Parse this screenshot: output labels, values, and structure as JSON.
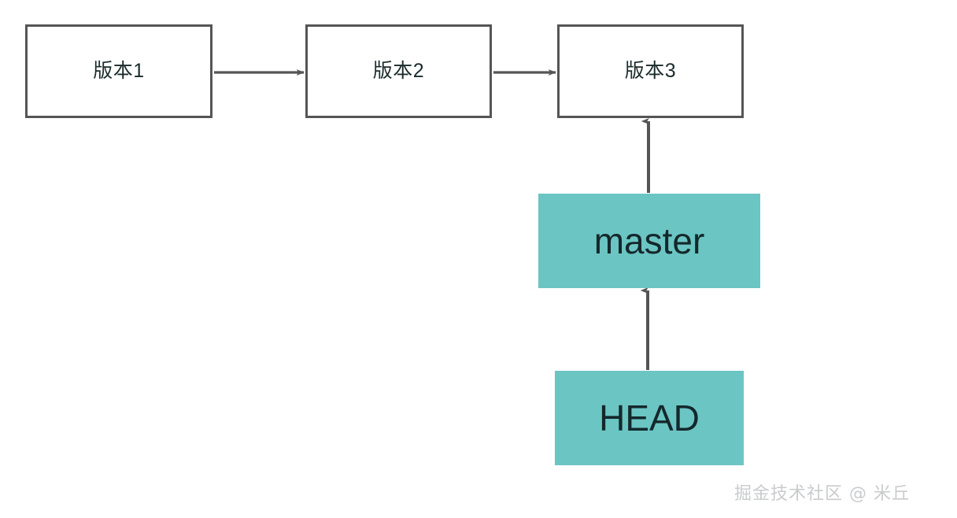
{
  "diagram": {
    "title": "Git version history with master branch and HEAD pointer",
    "background_color": "#ffffff",
    "nodes": [
      {
        "id": "version-1",
        "label": "版本1",
        "kind": "commit",
        "fill": "#ffffff",
        "stroke": "#555555"
      },
      {
        "id": "version-2",
        "label": "版本2",
        "kind": "commit",
        "fill": "#ffffff",
        "stroke": "#555555"
      },
      {
        "id": "version-3",
        "label": "版本3",
        "kind": "commit",
        "fill": "#ffffff",
        "stroke": "#555555"
      },
      {
        "id": "master",
        "label": "master",
        "kind": "branch-pointer",
        "fill": "#6bc5c3",
        "stroke": "none"
      },
      {
        "id": "head",
        "label": "HEAD",
        "kind": "head-pointer",
        "fill": "#6bc5c3",
        "stroke": "none"
      }
    ],
    "edges": [
      {
        "id": "edge-v1-v2",
        "from": "version-1",
        "to": "version-2",
        "direction": "right",
        "color": "#555555"
      },
      {
        "id": "edge-v2-v3",
        "from": "version-2",
        "to": "version-3",
        "direction": "right",
        "color": "#555555"
      },
      {
        "id": "edge-master-v3",
        "from": "master",
        "to": "version-3",
        "direction": "up",
        "color": "#555555"
      },
      {
        "id": "edge-head-master",
        "from": "head",
        "to": "master",
        "direction": "up",
        "color": "#555555"
      }
    ],
    "arrow_color": "#555555"
  },
  "watermark": {
    "text": "掘金技术社区 @ 米丘",
    "color": "#c9cbcd"
  }
}
